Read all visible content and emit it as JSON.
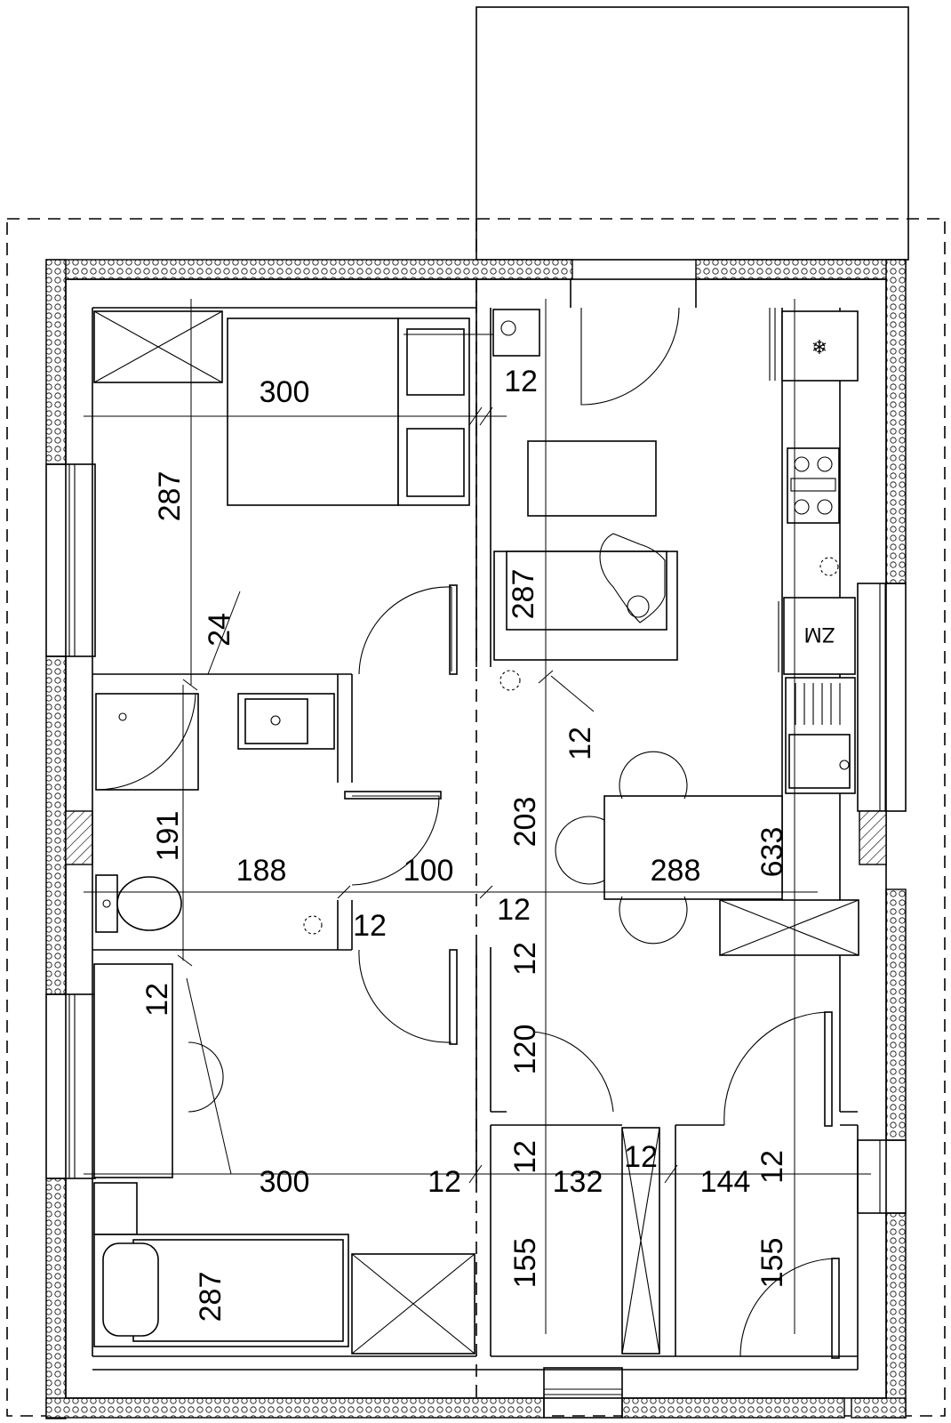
{
  "labels": {
    "bedroom_top_width": "300",
    "bedroom_top_height": "287",
    "wall_24": "24",
    "shaft_12": "12",
    "living_sofa_287": "287",
    "kitchen_wall_12": "12",
    "bath_height": "191",
    "bath_width": "188",
    "door_100": "100",
    "bath_wall_12": "12",
    "corridor_203": "203",
    "corridor_wall_12a": "12",
    "corridor_wall_12b": "12",
    "living_width": "288",
    "living_length": "633",
    "bedroom_bottom_wall_12": "12",
    "hall_120": "120",
    "hall_wall_12": "12",
    "closet_12": "12",
    "right_wall_12": "12",
    "bedroom_bottom_width": "300",
    "bedroom_bottom_right_12": "12",
    "room_132": "132",
    "room_144": "144",
    "room_155a": "155",
    "room_155b": "155",
    "bedroom_bottom_height": "287",
    "washer": "ZM",
    "fridge_symbol": "❄"
  }
}
